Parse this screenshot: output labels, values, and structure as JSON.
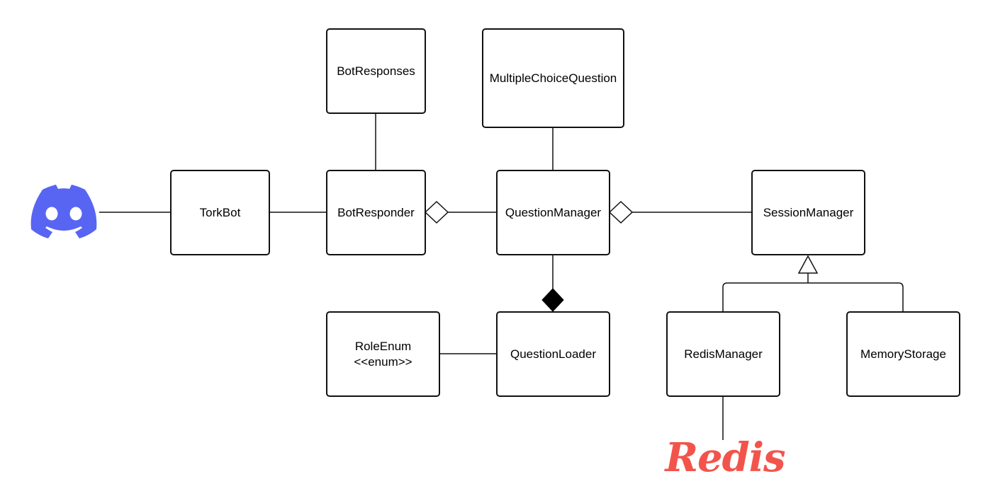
{
  "classes": {
    "torkbot": "TorkBot",
    "bot_responses": "BotResponses",
    "bot_responder": "BotResponder",
    "multiple_choice_question": "MultipleChoiceQuestion",
    "question_manager": "QuestionManager",
    "session_manager": "SessionManager",
    "role_enum": "RoleEnum",
    "role_enum_stereotype": "<<enum>>",
    "question_loader": "QuestionLoader",
    "redis_manager": "RedisManager",
    "memory_storage": "MemoryStorage"
  },
  "logos": {
    "discord": {
      "icon": "discord-logo-icon",
      "color": "#5865f2"
    },
    "redis": {
      "text": "Redis",
      "color": "#f2544c"
    }
  },
  "relationships": [
    {
      "from": "discord",
      "to": "TorkBot",
      "kind": "association"
    },
    {
      "from": "TorkBot",
      "to": "BotResponder",
      "kind": "association"
    },
    {
      "from": "BotResponses",
      "to": "BotResponder",
      "kind": "association"
    },
    {
      "from": "BotResponder",
      "to": "QuestionManager",
      "kind": "aggregation"
    },
    {
      "from": "MultipleChoiceQuestion",
      "to": "QuestionManager",
      "kind": "association"
    },
    {
      "from": "QuestionManager",
      "to": "SessionManager",
      "kind": "aggregation"
    },
    {
      "from": "QuestionManager",
      "to": "QuestionLoader",
      "kind": "composition"
    },
    {
      "from": "RoleEnum",
      "to": "QuestionLoader",
      "kind": "association"
    },
    {
      "from": "RedisManager",
      "to": "SessionManager",
      "kind": "generalization"
    },
    {
      "from": "MemoryStorage",
      "to": "SessionManager",
      "kind": "generalization"
    },
    {
      "from": "RedisManager",
      "to": "redis",
      "kind": "association"
    }
  ]
}
